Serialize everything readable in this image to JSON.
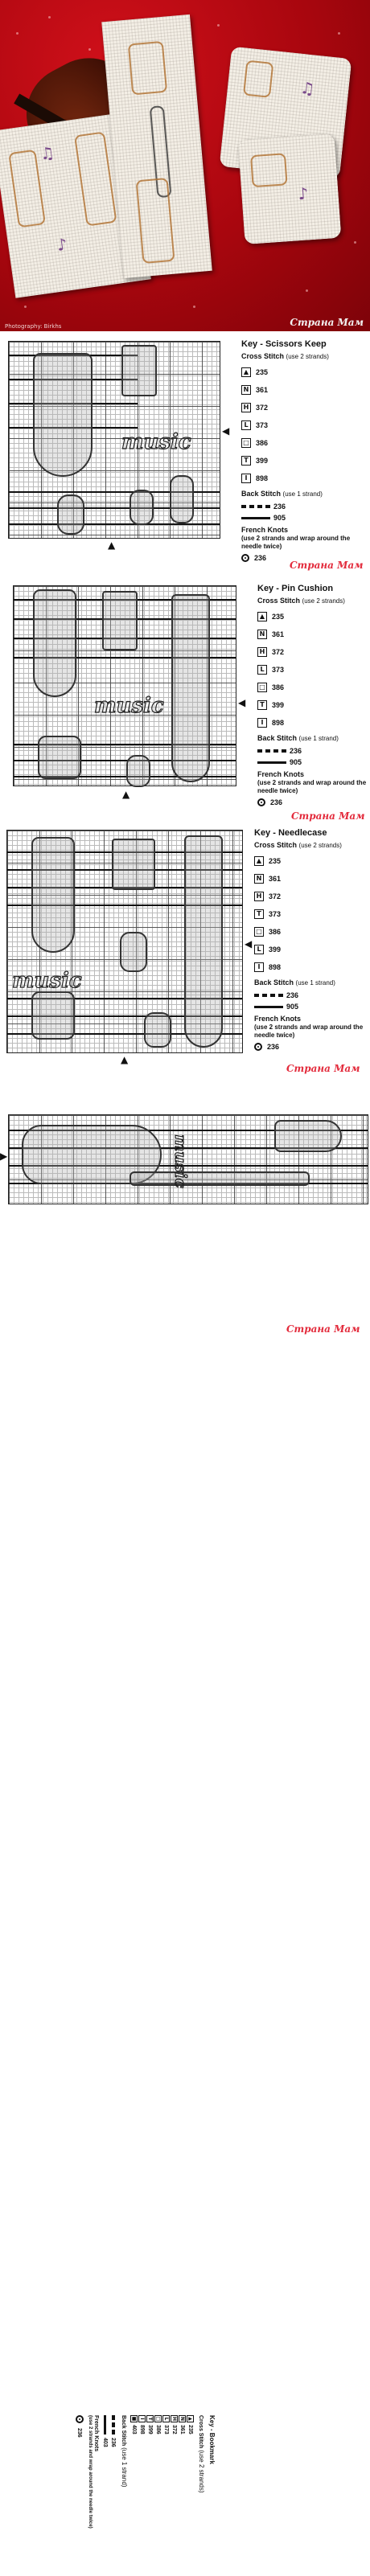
{
  "photo": {
    "caption": "Photography: Birkhs",
    "watermark": "Страна Мам"
  },
  "watermark_text": "Страна Мам",
  "music_word": "music",
  "panels": [
    {
      "key_title": "Key - Scissors Keep",
      "cross_stitch": "Cross Stitch",
      "cross_stitch_note": "(use 2 strands)",
      "symbols": [
        {
          "glyph": "▲",
          "code": "235"
        },
        {
          "glyph": "N",
          "code": "361"
        },
        {
          "glyph": "H",
          "code": "372"
        },
        {
          "glyph": "L",
          "code": "373"
        },
        {
          "glyph": "□",
          "code": "386"
        },
        {
          "glyph": "T",
          "code": "399"
        },
        {
          "glyph": "I",
          "code": "898"
        }
      ],
      "back_stitch": "Back Stitch",
      "back_stitch_note": "(use 1 strand)",
      "bs_dashed": "236",
      "bs_solid": "905",
      "french_knots": "French Knots",
      "french_knots_note": "(use 2 strands and wrap around the needle twice)",
      "fk_code": "236"
    },
    {
      "key_title": "Key - Pin Cushion",
      "cross_stitch": "Cross Stitch",
      "cross_stitch_note": "(use 2 strands)",
      "symbols": [
        {
          "glyph": "▲",
          "code": "235"
        },
        {
          "glyph": "N",
          "code": "361"
        },
        {
          "glyph": "H",
          "code": "372"
        },
        {
          "glyph": "L",
          "code": "373"
        },
        {
          "glyph": "□",
          "code": "386"
        },
        {
          "glyph": "T",
          "code": "399"
        },
        {
          "glyph": "I",
          "code": "898"
        }
      ],
      "back_stitch": "Back Stitch",
      "back_stitch_note": "(use 1 strand)",
      "bs_dashed": "236",
      "bs_solid": "905",
      "french_knots": "French Knots",
      "french_knots_note": "(use 2 strands and wrap around the needle twice)",
      "fk_code": "236"
    },
    {
      "key_title": "Key - Needlecase",
      "cross_stitch": "Cross Stitch",
      "cross_stitch_note": "(use 2 strands)",
      "symbols": [
        {
          "glyph": "▲",
          "code": "235"
        },
        {
          "glyph": "N",
          "code": "361"
        },
        {
          "glyph": "H",
          "code": "372"
        },
        {
          "glyph": "T",
          "code": "373"
        },
        {
          "glyph": "□",
          "code": "386"
        },
        {
          "glyph": "L",
          "code": "399"
        },
        {
          "glyph": "I",
          "code": "898"
        }
      ],
      "back_stitch": "Back Stitch",
      "back_stitch_note": "(use 1 strand)",
      "bs_dashed": "236",
      "bs_solid": "905",
      "french_knots": "French Knots",
      "french_knots_note": "(use 2 strands and wrap around the needle twice)",
      "fk_code": "236"
    }
  ],
  "bookmark": {
    "key_title": "Key - Bookmark",
    "cross_stitch": "Cross Stitch",
    "cross_stitch_note": "(use 2 strands)",
    "symbols": [
      {
        "glyph": "▲",
        "code": "235"
      },
      {
        "glyph": "N",
        "code": "361"
      },
      {
        "glyph": "H",
        "code": "372"
      },
      {
        "glyph": "L",
        "code": "373"
      },
      {
        "glyph": "□",
        "code": "386"
      },
      {
        "glyph": "T",
        "code": "399"
      },
      {
        "glyph": "I",
        "code": "898"
      },
      {
        "glyph": "■",
        "code": "403"
      }
    ],
    "back_stitch": "Back Stitch",
    "back_stitch_note": "(use 1 strand)",
    "bs_dashed": "236",
    "bs_solid": "403",
    "french_knots": "French Knots",
    "french_knots_note": "(use 2 strands and wrap around the needle twice)",
    "fk_code": "236"
  }
}
